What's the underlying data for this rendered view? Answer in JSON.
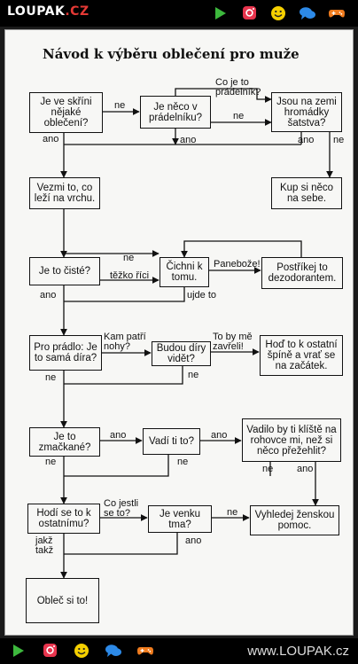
{
  "header": {
    "logo_main": "LOUPAK",
    "logo_tld": ".CZ"
  },
  "nav_icons": [
    "play-icon",
    "instagram-icon",
    "smiley-icon",
    "chat-icon",
    "gamepad-icon"
  ],
  "colors": {
    "play": "#3db83d",
    "instagram": "#e8344d",
    "smiley": "#f5d000",
    "chat": "#2d8ae8",
    "gamepad": "#f07c1e"
  },
  "flowchart": {
    "title": "Návod k výběru oblečení pro muže",
    "boxes": {
      "b1": "Je ve skříni nějaké oblečení?",
      "b2": "Je něco v prádelníku?",
      "b3": "Jsou na zemi hromádky šatstva?",
      "b4": "Vezmi to, co leží na vrchu.",
      "b5": "Kup si něco na sebe.",
      "b6": "Je to čisté?",
      "b7": "Čichni k tomu.",
      "b8": "Postříkej to dezodorantem.",
      "b9": "Pro prádlo: Je to samá díra?",
      "b10": "Budou díry vidět?",
      "b11": "Hoď to k ostatní špíně a vrať se na začátek.",
      "b12": "Je to zmačkané?",
      "b13": "Vadí ti to?",
      "b14": "Vadilo by ti klíště na rohovce mi, než si něco přežehlit?",
      "b15": "Hodí se to k ostatnímu?",
      "b16": "Je venku tma?",
      "b17": "Vyhledej ženskou pomoc.",
      "b18": "Obleč si to!"
    },
    "labels": {
      "l_ne1": "ne",
      "l_cojeto": "Co je to prádelník?",
      "l_ne2": "ne",
      "l_ano1": "ano",
      "l_ano2": "ano",
      "l_ne3": "ne",
      "l_ne4": "ne",
      "l_tezko": "těžko říci",
      "l_panebo": "Panebože!",
      "l_ano3": "ano",
      "l_ujde": "ujde to",
      "l_kampatri": "Kam patří nohy?",
      "l_tobymu": "To by mě zavřeli!",
      "l_ne5": "ne",
      "l_ne6": "ne",
      "l_ano4": "ano",
      "l_ano5": "ano",
      "l_ne7": "ne",
      "l_ne8": "ne",
      "l_ne9": "ne",
      "l_ano6": "ano",
      "l_cojestli": "Co jestli se to?",
      "l_ne10": "ne",
      "l_jakz": "jakž takž",
      "l_ano7": "ano"
    }
  },
  "footer": {
    "site": "www.LOUPAK.cz"
  }
}
